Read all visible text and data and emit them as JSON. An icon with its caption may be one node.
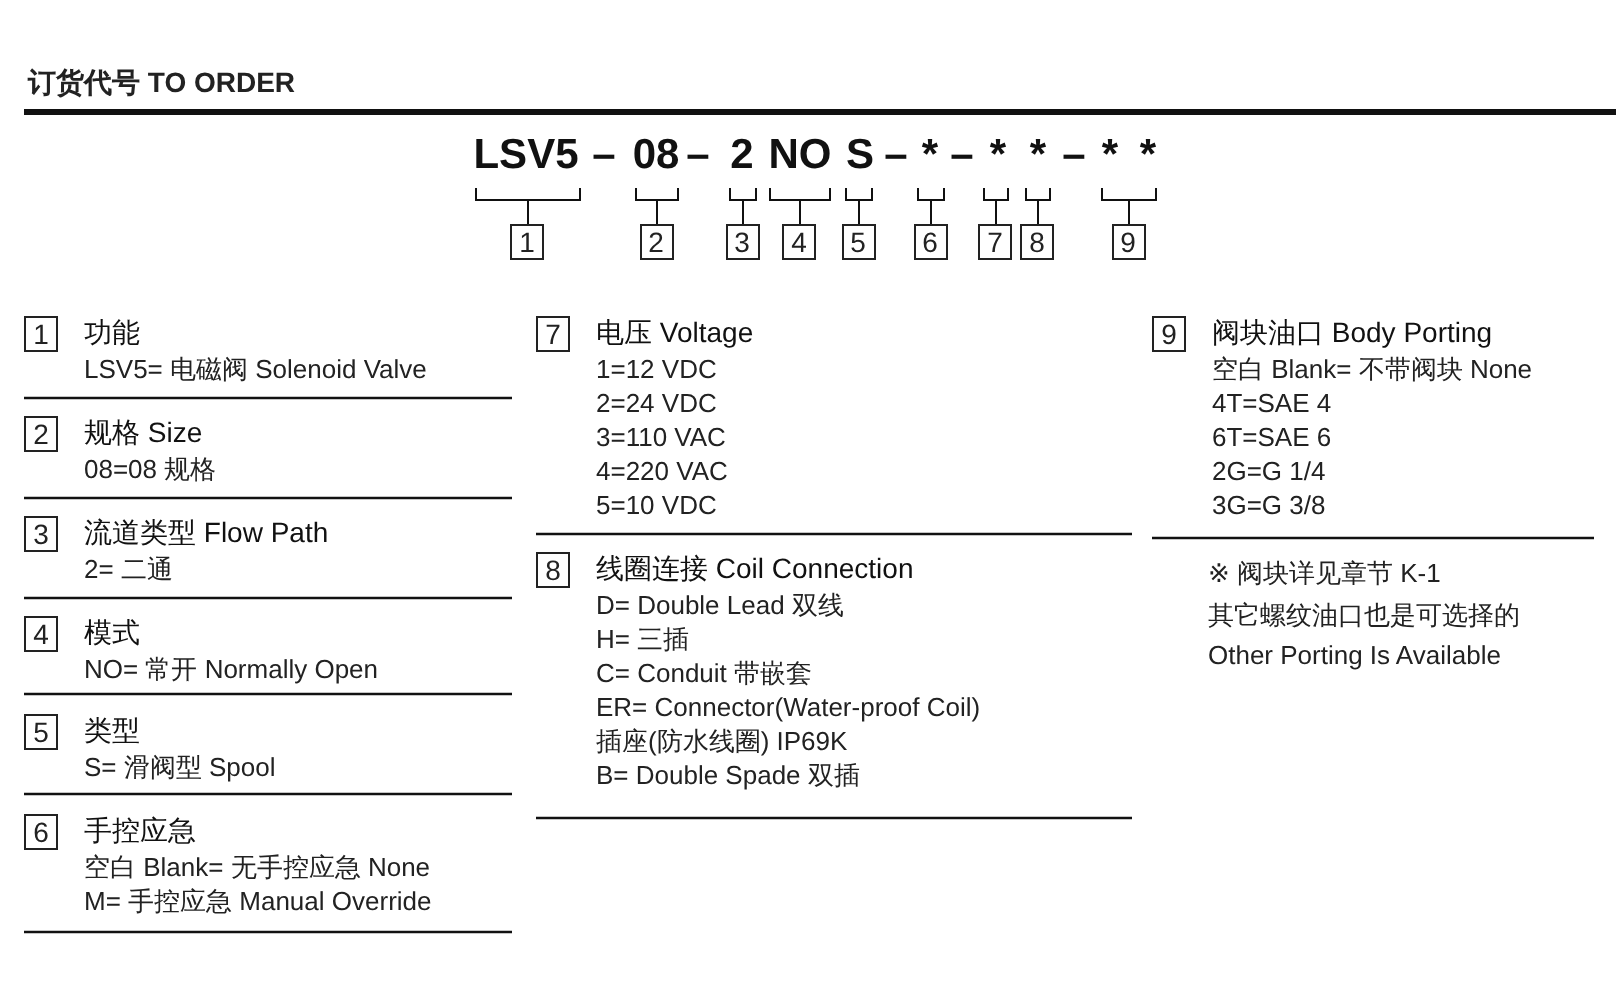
{
  "diagram": {
    "title": "订货代号 TO ORDER",
    "nodes": [
      {
        "text": [
          "1"
        ]
      },
      {
        "text": [
          "2"
        ]
      },
      {
        "text": [
          "3"
        ]
      },
      {
        "text": [
          "4"
        ]
      },
      {
        "text": [
          "5"
        ]
      },
      {
        "text": [
          "6"
        ]
      },
      {
        "text": [
          "7"
        ]
      },
      {
        "text": [
          "8"
        ]
      },
      {
        "text": [
          "9"
        ]
      },
      {
        "text": [
          "1"
        ],
        "beside": [
          "功能",
          "LSV5= 电磁阀 Solenoid Valve"
        ]
      },
      {
        "text": [
          "2"
        ],
        "beside": [
          "规格 Size",
          "08=08 规格"
        ]
      },
      {
        "text": [
          "3"
        ],
        "beside": [
          "流道类型 Flow Path",
          "2= 二通"
        ]
      },
      {
        "text": [
          "4"
        ],
        "beside": [
          "模式",
          "NO= 常开 Normally Open"
        ]
      },
      {
        "text": [
          "5"
        ],
        "beside": [
          "类型",
          "S= 滑阀型 Spool"
        ]
      },
      {
        "text": [
          "6"
        ],
        "beside": [
          "手控应急",
          "空白 Blank= 无手控应急 None",
          "M= 手控应急 Manual Override"
        ]
      },
      {
        "text": [
          "7"
        ],
        "beside": [
          "电压 Voltage",
          "1=12 VDC",
          "2=24 VDC",
          "3=110 VAC",
          "4=220 VAC",
          "5=10 VDC"
        ]
      },
      {
        "text": [
          "8"
        ],
        "beside": [
          "线圈连接 Coil Connection",
          "D= Double Lead 双线",
          "H= 三插",
          "C= Conduit 带嵌套",
          "ER= Connector(Water-proof Coil)",
          "插座(防水线圈) IP69K",
          "B= Double Spade 双插"
        ]
      },
      {
        "text": [
          "9"
        ],
        "beside": [
          "阀块油口 Body Porting",
          "空白 Blank= 不带阀块 None",
          "4T=SAE 4",
          "6T=SAE 6",
          "2G=G 1/4",
          "3G=G 3/8"
        ]
      }
    ],
    "labels": [
      "LSV5",
      "–",
      "08",
      "–",
      "2",
      "NO",
      "S",
      "–",
      "*",
      "–",
      "*",
      "*",
      "–",
      "*",
      "*",
      "※ 阀块详见章节 K-1",
      "其它螺纹油口也是可选择的",
      "Other Porting Is Available"
    ]
  }
}
